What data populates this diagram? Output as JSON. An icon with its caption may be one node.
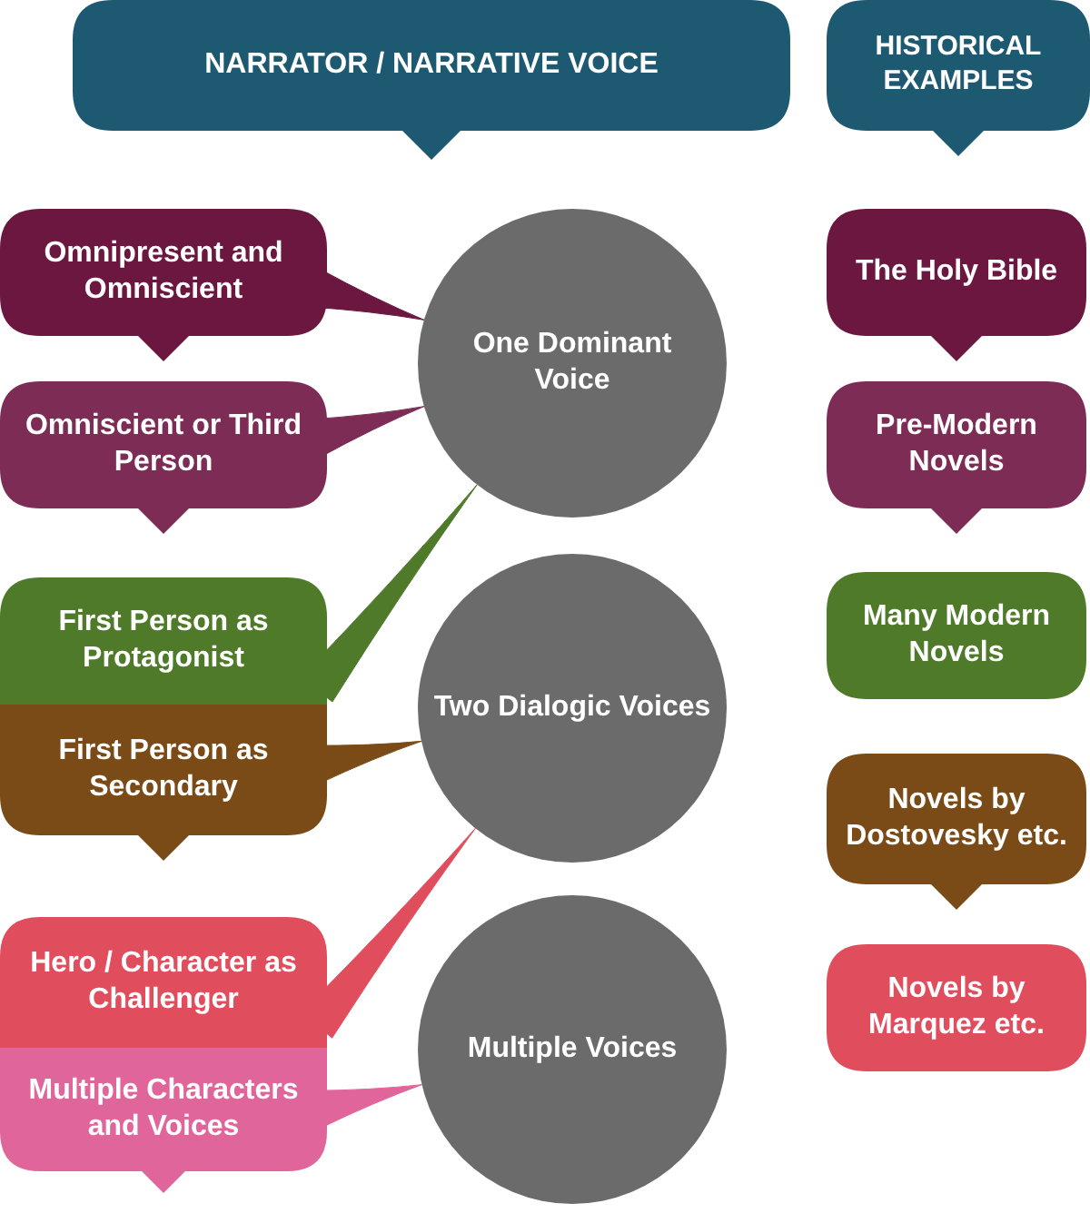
{
  "diagram": {
    "nodes": [
      {
        "text": [
          "NARRATOR / NARRATIVE VOICE"
        ]
      },
      {
        "text": [
          "HISTORICAL EXAMPLES"
        ]
      },
      {
        "text": [
          "Omnipresent and Omniscient"
        ]
      },
      {
        "text": [
          "Omniscient or Third Person"
        ]
      },
      {
        "text": [
          "One Dominant Voice"
        ]
      },
      {
        "text": [
          "First Person as Protagonist"
        ]
      },
      {
        "text": [
          "First Person as Secondary"
        ]
      },
      {
        "text": [
          "Two Dialogic Voices"
        ]
      },
      {
        "text": [
          "Hero / Character as Challenger"
        ]
      },
      {
        "text": [
          "Multiple Characters and Voices"
        ]
      },
      {
        "text": [
          "Multiple Voices"
        ]
      },
      {
        "text": [
          "The Holy Bible"
        ]
      },
      {
        "text": [
          "Pre-Modern Novels"
        ]
      },
      {
        "text": [
          "Many Modern Novels"
        ]
      },
      {
        "text": [
          "Novels by Dostovesky etc."
        ]
      },
      {
        "text": [
          "Novels by Marquez etc."
        ]
      }
    ],
    "edges": [
      {
        "from": 2,
        "to": 4,
        "arrow": "none",
        "color": "#6b1740"
      },
      {
        "from": 3,
        "to": 4,
        "arrow": "none",
        "color": "#7d2d55"
      },
      {
        "from": 5,
        "to": 4,
        "arrow": "none",
        "color": "#4e7a2a"
      },
      {
        "from": 6,
        "to": 7,
        "arrow": "none",
        "color": "#7a4a17"
      },
      {
        "from": 8,
        "to": 7,
        "arrow": "none",
        "color": "#e04e5e"
      },
      {
        "from": 9,
        "to": 10,
        "arrow": "none",
        "color": "#e0659a"
      }
    ]
  }
}
